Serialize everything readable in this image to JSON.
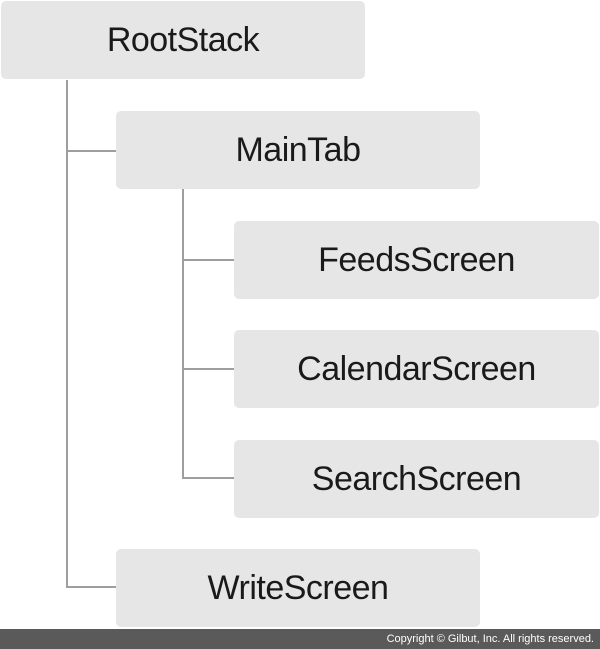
{
  "colors": {
    "node_fill": "#e6e6e6",
    "connector": "#9e9e9e",
    "footer_bg": "#5a5a5a",
    "footer_text": "#ffffff"
  },
  "tree": {
    "root": {
      "label": "RootStack"
    },
    "main_tab": {
      "label": "MainTab"
    },
    "feeds_screen": {
      "label": "FeedsScreen"
    },
    "calendar_screen": {
      "label": "CalendarScreen"
    },
    "search_screen": {
      "label": "SearchScreen"
    },
    "write_screen": {
      "label": "WriteScreen"
    }
  },
  "footer": {
    "copyright": "Copyright © Gilbut, Inc. All rights reserved."
  }
}
